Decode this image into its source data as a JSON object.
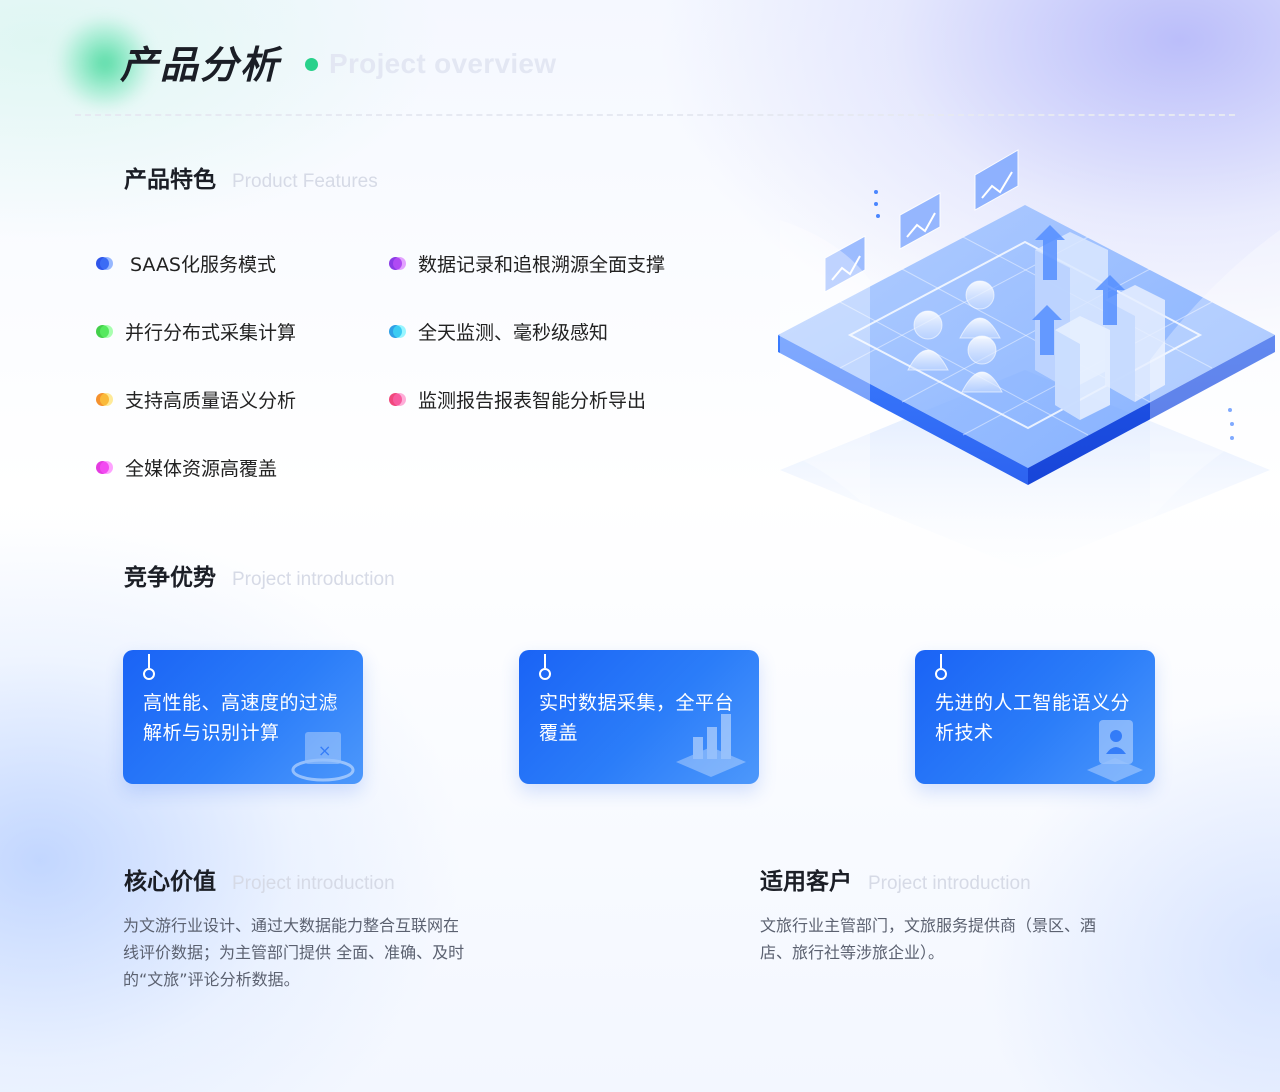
{
  "header": {
    "title": "产品分析",
    "subtitle": "Project overview"
  },
  "features_section": {
    "title": "产品特色",
    "subtitle": "Product Features",
    "items": [
      {
        "label": "SAAS化服务模式",
        "color": "#2f55ea"
      },
      {
        "label": "数据记录和追根溯源全面支撑",
        "color": "#8a3be6"
      },
      {
        "label": "并行分布式采集计算",
        "color": "#43cf4a"
      },
      {
        "label": "全天监测、毫秒级感知",
        "color": "#2fa0e6"
      },
      {
        "label": "支持高质量语义分析",
        "color": "#f5922e"
      },
      {
        "label": "监测报告报表智能分析导出",
        "color": "#f0487c"
      },
      {
        "label": "全媒体资源高覆盖",
        "color": "#e43be0"
      }
    ]
  },
  "advantages_section": {
    "title": "竞争优势",
    "subtitle": "Project introduction",
    "cards": [
      {
        "text": "高性能、高速度的过滤解析与识别计算",
        "icon": "calculator-icon"
      },
      {
        "text": "实时数据采集，全平台覆盖",
        "icon": "bar-chart-icon"
      },
      {
        "text": "先进的人工智能语义分析技术",
        "icon": "user-card-icon"
      }
    ]
  },
  "value_section": {
    "title": "核心价值",
    "subtitle": "Project introduction",
    "text": "为文游行业设计、通过大数据能力整合互联网在线评价数据；为主管部门提供 全面、准确、及时的“文旅”评论分析数据。"
  },
  "customers_section": {
    "title": "适用客户",
    "subtitle": "Project introduction",
    "text": "文旅行业主管部门，文旅服务提供商（景区、酒店、旅行社等涉旅企业）。"
  },
  "colors": {
    "accent_green": "#29d18b",
    "card_blue": "#1a63f5"
  }
}
